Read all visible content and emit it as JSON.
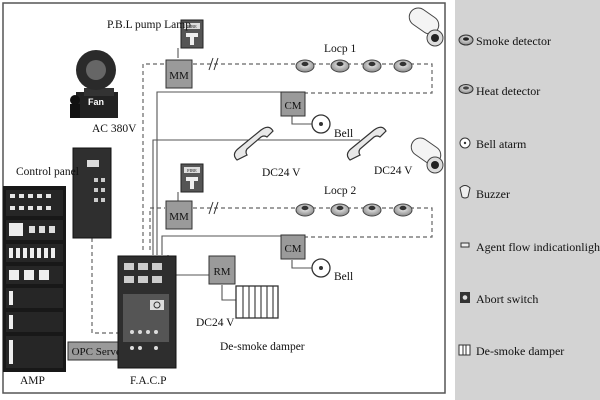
{
  "diagram": {
    "labels": {
      "pump_lamp": "P.B.L pump Lamp",
      "loop1": "Locp 1",
      "loop2": "Locp 2",
      "fan": "Fan",
      "ac": "AC 380V",
      "control_panel": "Control panel",
      "bell1": "Bell",
      "bell2": "Bell",
      "dc24_a": "DC24 V",
      "dc24_b": "DC24 V",
      "dc24_c": "DC24 V",
      "desmoke": "De-smoke damper",
      "opc": "OPC Server",
      "amp": "AMP",
      "facp": "F.A.C.P",
      "mm1": "MM",
      "mm2": "MM",
      "cm1": "CM",
      "cm2": "CM",
      "rm": "RM",
      "fire1": "FIRE",
      "fire2": "FIRE"
    }
  },
  "legend": {
    "items": [
      {
        "label": "Smoke detector",
        "icon": "smoke-detector-icon"
      },
      {
        "label": "Heat detector",
        "icon": "heat-detector-icon"
      },
      {
        "label": "Bell atarm",
        "icon": "bell-icon"
      },
      {
        "label": "Buzzer",
        "icon": "buzzer-icon"
      },
      {
        "label": "Agent flow indicationlight",
        "icon": "flow-light-icon"
      },
      {
        "label": "Abort switch",
        "icon": "abort-switch-icon"
      },
      {
        "label": "De-smoke damper",
        "icon": "damper-icon"
      }
    ]
  }
}
